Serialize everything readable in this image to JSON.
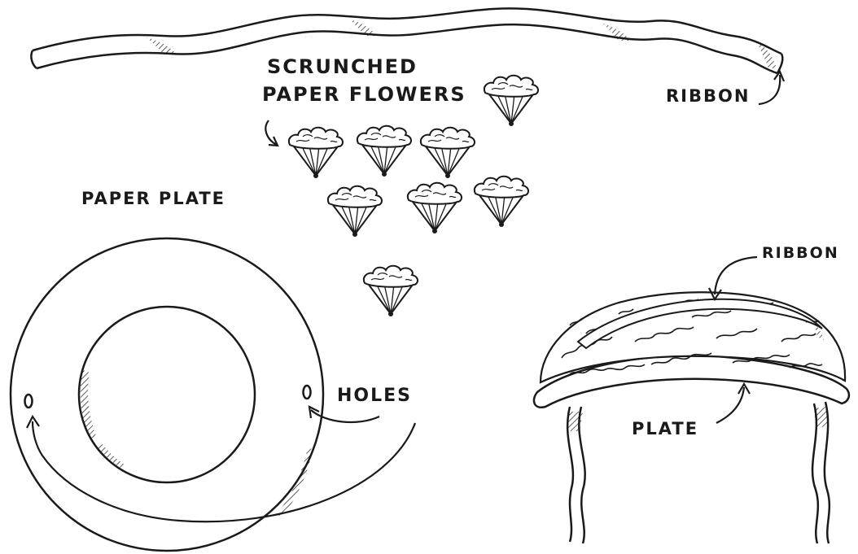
{
  "labels": {
    "scrunched": "SCRUNCHED",
    "paper_flowers": "PAPER FLOWERS",
    "ribbon_top": "RIBBON",
    "paper_plate": "PAPER PLATE",
    "holes": "HOLES",
    "ribbon_right": "RIBBON",
    "plate": "PLATE"
  },
  "colors": {
    "ink": "#1a1a1a",
    "paper": "#ffffff"
  }
}
